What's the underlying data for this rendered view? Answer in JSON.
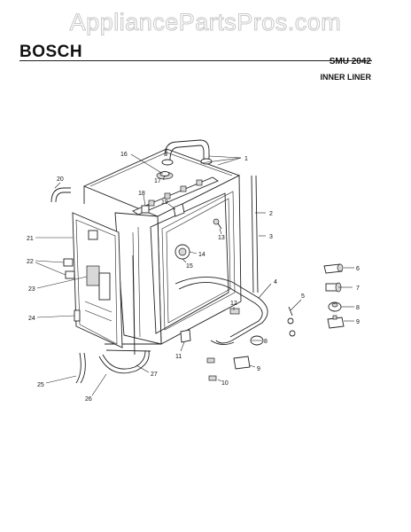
{
  "watermark": "AppliancePartsPros.com",
  "brand": "BOSCH",
  "model": "SMU 2042",
  "section": "INNER LINER",
  "callouts": {
    "c1": "1",
    "c2": "2",
    "c3": "3",
    "c4": "4",
    "c5": "5",
    "c6": "6",
    "c7": "7",
    "c8a": "8",
    "c8b": "8",
    "c9a": "9",
    "c9b": "9",
    "c10": "10",
    "c11": "11",
    "c12": "12",
    "c13": "13",
    "c14": "14",
    "c15": "15",
    "c16": "16",
    "c17": "17",
    "c18": "18",
    "c19": "19",
    "c20": "20",
    "c21": "21",
    "c22": "22",
    "c23": "23",
    "c24": "24",
    "c25": "25",
    "c26": "26",
    "c27": "27"
  }
}
